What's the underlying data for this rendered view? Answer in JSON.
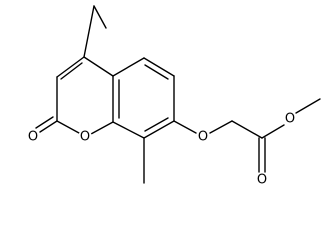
{
  "molecule": {
    "atoms": {
      "ring_oxygen": "O",
      "carbonyl_oxygen": "O",
      "ether_oxygen": "O",
      "ester_carbonyl_oxygen": "O",
      "ester_oxygen": "O"
    }
  },
  "colors": {
    "bond": "#000000",
    "label": "#000000",
    "background": "#ffffff"
  }
}
